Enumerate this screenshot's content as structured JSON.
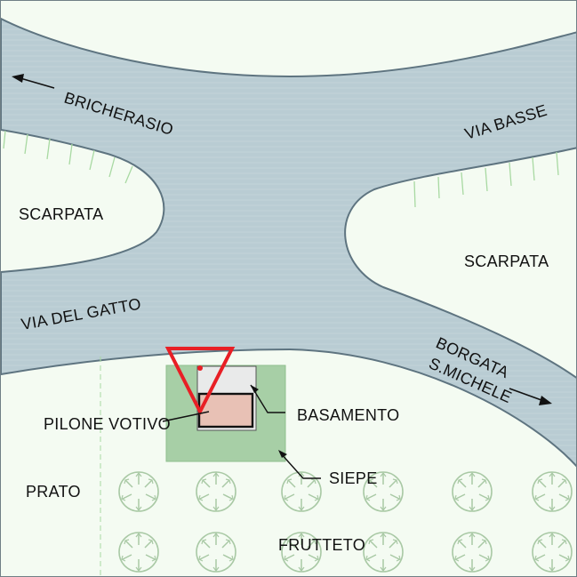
{
  "labels": {
    "road_bricherasio": "BRICHERASIO",
    "road_via_basse": "VIA BASSE",
    "road_via_del_gatto": "VIA DEL GATTO",
    "road_borgata_line1": "BORGATA",
    "road_borgata_line2": "S.MICHELE",
    "area_scarpata_left": "SCARPATA",
    "area_scarpata_right": "SCARPATA",
    "callout_pilone": "PILONE VOTIVO",
    "callout_basamento": "BASAMENTO",
    "callout_siepe": "SIEPE",
    "area_prato": "PRATO",
    "area_frutteto": "FRUTTETO"
  },
  "colors": {
    "road": "#b9ccd3",
    "road_edge": "#5e7480",
    "land": "#f4fbf2",
    "slope_hatch": "#a8d9a2",
    "hedge": "#a7cfa6",
    "base": "#e9eaea",
    "pylon": "#e8c1b5",
    "warning_triangle": "#e81f25",
    "tree_symbol": "#a9c9a5"
  },
  "icons": {
    "warning": "warning-triangle-icon",
    "tree": "tree-symbol-icon",
    "arrow": "direction-arrow-icon"
  }
}
